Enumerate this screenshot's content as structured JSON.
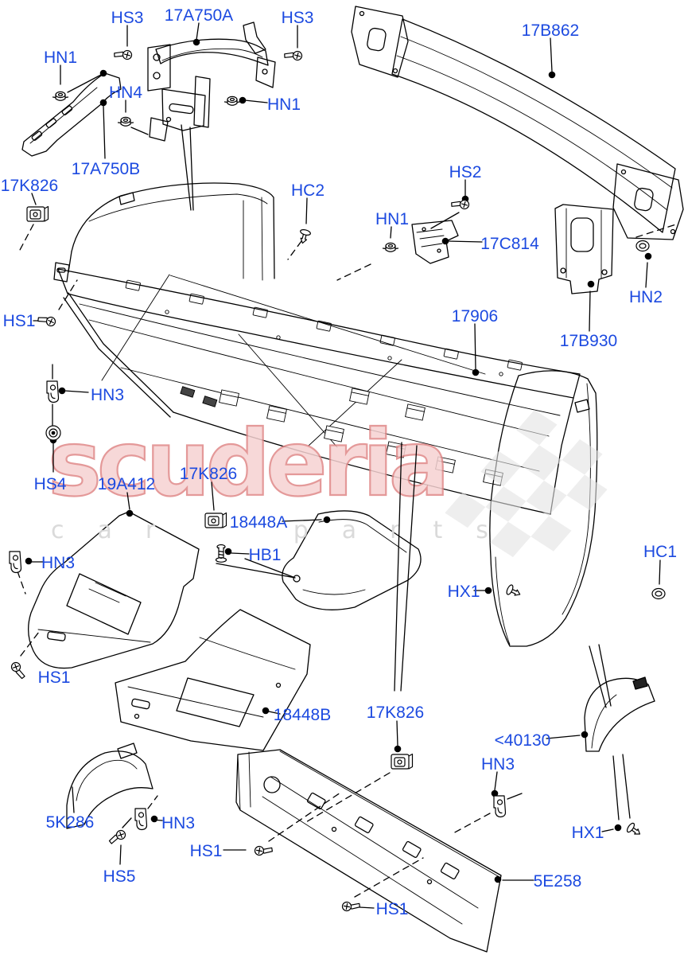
{
  "diagram_type": "exploded-parts-diagram",
  "colors": {
    "background": "#ffffff",
    "line": "#000000",
    "label": "#1c4ae0",
    "watermark_fill": "#f6d2d2",
    "watermark_outline": "#e08888",
    "watermark_tagline": "#d9d9d9",
    "flag": "#e3e3e3"
  },
  "watermark": {
    "brand": "scuderia",
    "tagline": "car parts",
    "flag_icon": "checkered-flag"
  },
  "labels": {
    "HS1": "HS1",
    "HS2": "HS2",
    "HS3": "HS3",
    "HS4": "HS4",
    "HS5": "HS5",
    "HN1": "HN1",
    "HN2": "HN2",
    "HN3": "HN3",
    "HN4": "HN4",
    "HB1": "HB1",
    "HC1": "HC1",
    "HC2": "HC2",
    "HX1": "HX1",
    "17A750A": "17A750A",
    "17A750B": "17A750B",
    "17B862": "17B862",
    "17B930": "17B930",
    "17C814": "17C814",
    "17906": "17906",
    "17K826": "17K826",
    "18448A": "18448A",
    "18448B": "18448B",
    "19A412": "19A412",
    "5K286": "5K286",
    "5E258": "5E258",
    "40130": "<40130"
  },
  "fastener_glyphs": {
    "HS1": "screw",
    "HS2": "screw",
    "HS3": "screw",
    "HS4": "flanged-nut",
    "HS5": "screw",
    "HN1": "nut",
    "HN2": "grommet",
    "HN3": "u-clip",
    "HN4": "nut",
    "HB1": "bolt",
    "HC1": "grommet-clip",
    "HC2": "push-pin",
    "HX1": "push-pin",
    "17K826": "box-clip"
  }
}
